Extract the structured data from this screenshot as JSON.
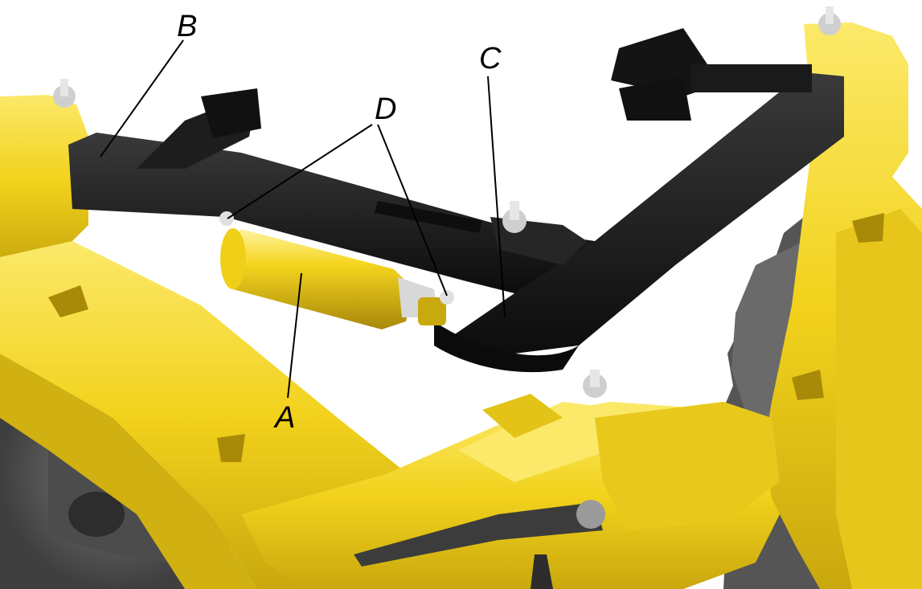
{
  "labels": {
    "a": "A",
    "b": "B",
    "c": "C",
    "d": "D"
  },
  "colors": {
    "frame_yellow": "#f2d21c",
    "frame_yellow_dark": "#c9a80e",
    "frame_yellow_light": "#fbe96a",
    "hitch_black": "#151515",
    "hitch_grey": "#3a3a3a",
    "disc_grey": "#5a5a5a",
    "bolt_silver": "#cfcfcf"
  }
}
